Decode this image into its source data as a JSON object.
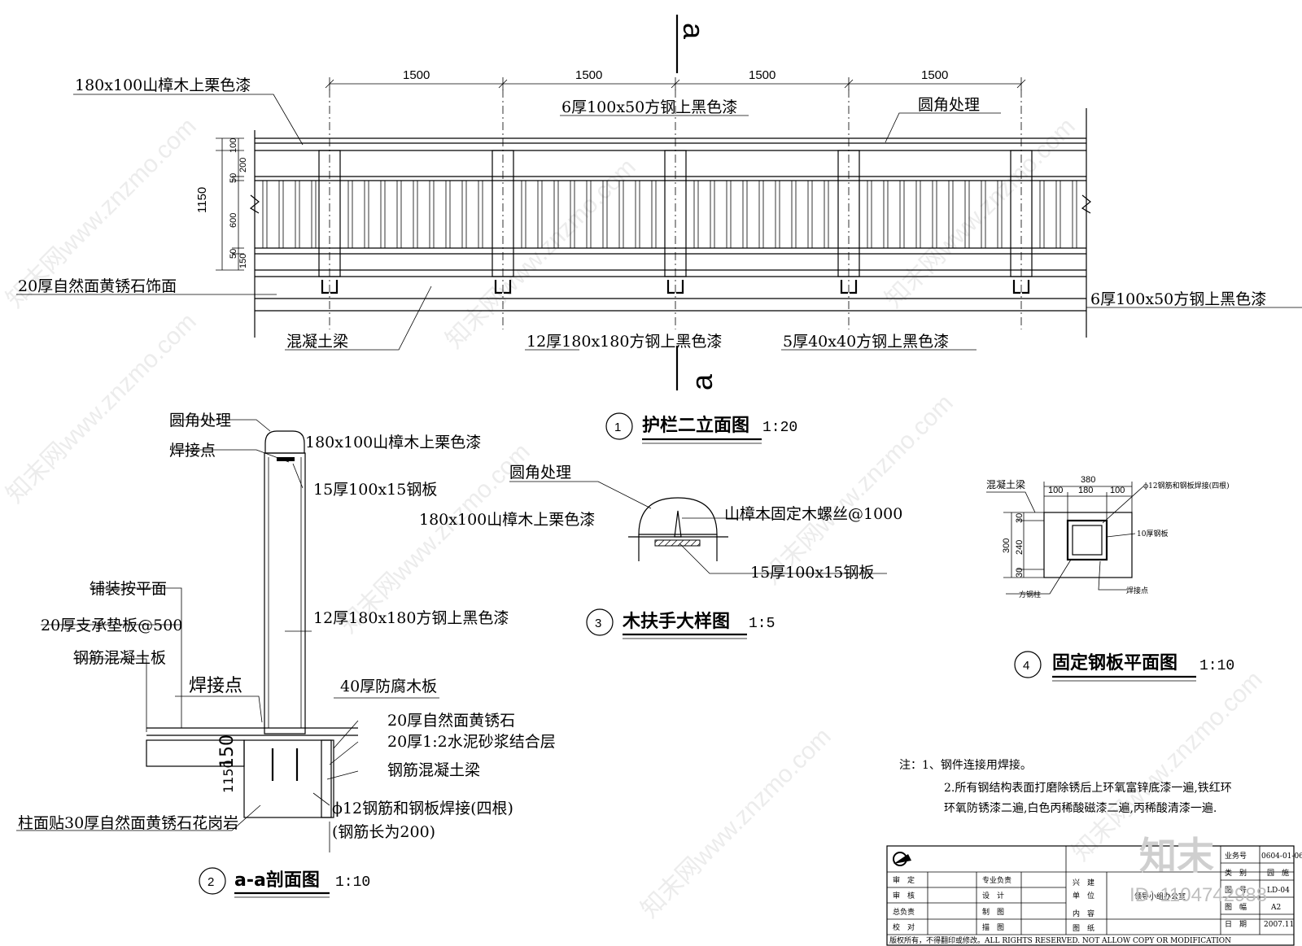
{
  "sec_mark": "a",
  "elevation": {
    "dims": [
      "1500",
      "1500",
      "1500",
      "1500"
    ],
    "vdims": [
      "100",
      "200",
      "50",
      "1150",
      "600",
      "50",
      "150"
    ],
    "labels": {
      "top_wood": "180x100山樟木上栗色漆",
      "round": "圆角处理",
      "steel_top": "6厚100x50方钢上黑色漆",
      "stone_face": "20厚自然面黄锈石饰面",
      "steel_right": "6厚100x50方钢上黑色漆",
      "beam": "混凝土梁",
      "post": "12厚180x180方钢上黑色漆",
      "bar": "5厚40x40方钢上黑色漆"
    },
    "title_no": "1",
    "title": "护栏二立面图",
    "scale": "1:20"
  },
  "section": {
    "labels": {
      "round": "圆角处理",
      "weld1": "焊接点",
      "wood": "180x100山樟木上栗色漆",
      "plate": "15厚100x15钢板",
      "pave": "铺装按平面",
      "pad": "20厚支承垫板@500",
      "slab": "钢筋混凝土板",
      "post": "12厚180x180方钢上黑色漆",
      "weld2": "焊接点",
      "deck": "40厚防腐木板",
      "stone": "20厚自然面黄锈石",
      "mortar": "20厚1:2水泥砂浆结合层",
      "rcbeam": "钢筋混凝土梁",
      "rebar": "ϕ12钢筋和钢板焊接(四根)",
      "rebar_len": "(钢筋长为200)",
      "column": "柱面贴30厚自然面黄锈石花岗岩",
      "d150": "150",
      "d1150": "1150"
    },
    "title_no": "2",
    "title": "a-a剖面图",
    "scale": "1:10"
  },
  "handrail": {
    "labels": {
      "round": "圆角处理",
      "wood": "180x100山樟木上栗色漆",
      "screw": "山樟木固定木螺丝@1000",
      "plate": "15厚100x15钢板"
    },
    "title_no": "3",
    "title": "木扶手大样图",
    "scale": "1:5"
  },
  "plan": {
    "labels": {
      "concrete": "混凝土梁",
      "rebar": "ϕ12钢筋和钢板焊接(四根)",
      "plate": "10厚钢板",
      "column": "方钢柱",
      "weld": "焊接点"
    },
    "dims": {
      "top": "380",
      "a": "100",
      "b": "180",
      "c": "100",
      "h": "300",
      "h1": "30",
      "h2": "240",
      "h3": "30"
    },
    "title_no": "4",
    "title": "固定钢板平面图",
    "scale": "1:10"
  },
  "notes": {
    "n1": "注：1、钢件连接用焊接。",
    "n2": "2.所有钢结构表面打磨除锈后上环氧富锌底漆一遍,铁红环",
    "n3": "环氧防锈漆二遍,白色丙稀酸磁漆二遍,丙稀酸清漆一遍."
  },
  "titleblock": {
    "r1": [
      "审　定",
      "",
      "专业负责",
      ""
    ],
    "r2": [
      "审　核",
      "",
      "设　计",
      ""
    ],
    "r3": [
      "总负责",
      "",
      "制　图",
      ""
    ],
    "r4": [
      "校　对",
      "",
      "描　图",
      ""
    ],
    "client_a": "兴　建",
    "client_b": "单　位",
    "client_name": "领导小组办公室",
    "drawing_a": "图　纸",
    "drawing_b": "内　容",
    "rk": [
      "业务号",
      "类　别",
      "图　号",
      "图　幅",
      "日　期"
    ],
    "rv": [
      "0604-01-06",
      "园　施",
      "LD-04",
      "A2",
      "2007.11"
    ],
    "copyright": "版权所有，不得翻印或修改。ALL RIGHTS RESERVED. NOT ALLOW COPY OR MODIFICATION"
  },
  "watermark": {
    "site": "知末网www.znzmo.com",
    "brand": "知末",
    "id": "ID: 1104742988"
  }
}
